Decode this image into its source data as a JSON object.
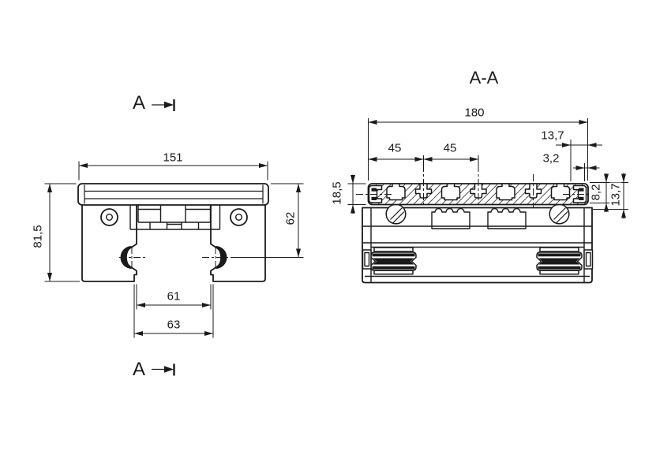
{
  "page": {
    "background": "#ffffff",
    "line_color": "#1a1a1a"
  },
  "front_view": {
    "section_marker_top": "A",
    "section_marker_bottom": "A",
    "dim_rail_width": "151",
    "dim_overall_height": "81,5",
    "dim_top_to_groove": "62",
    "dim_channel_inner": "61",
    "dim_channel_outer": "63"
  },
  "section_view": {
    "title": "A-A",
    "dim_overall_width": "180",
    "dim_pitch_a": "45",
    "dim_pitch_b": "45",
    "dim_edge_offset": "13,7",
    "dim_lip": "3,2",
    "dim_plate_height": "18,5",
    "dim_groove_depth": "8,2",
    "dim_step_depth": "13,7"
  }
}
